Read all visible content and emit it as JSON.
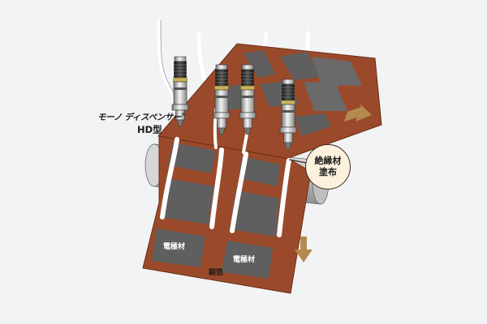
{
  "labels": {
    "brand": "モーノ ディスペンサー",
    "brand_mark": "®",
    "model": "HD型",
    "callout_line1": "絶縁材",
    "callout_line2": "塗布",
    "electrode_left": "電極材",
    "electrode_right": "電極材",
    "foil": "銅箔"
  },
  "colors": {
    "background": "#f2f3f5",
    "foil": "#9a4a2a",
    "electrode": "#5f5f5f",
    "insulation": "#ffffff",
    "arrow": "#b58a4e",
    "callout_fill": "#fbf1dd"
  },
  "icons": [
    "dispenser-icon",
    "flow-arrow-icon",
    "roller-icon"
  ]
}
